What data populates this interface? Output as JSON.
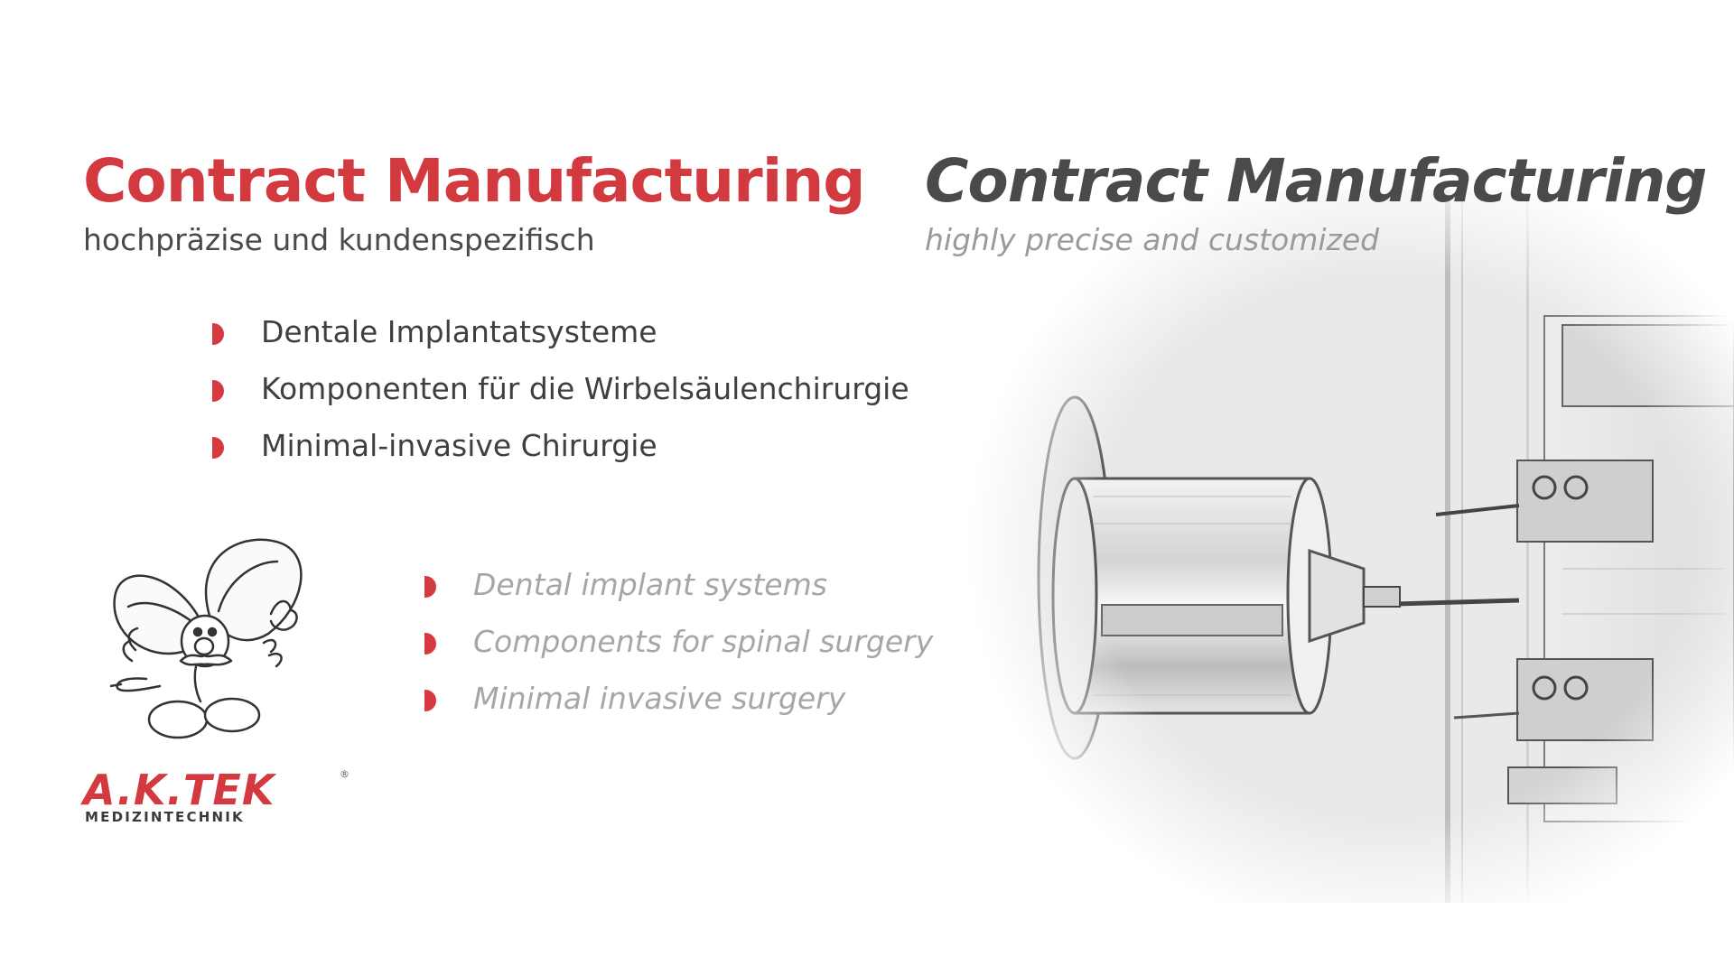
{
  "german": {
    "title": "Contract Manufacturing",
    "subtitle": "hochpräzise und kundenspezifisch",
    "items": [
      "Dentale Implantatsysteme",
      "Komponenten für die Wirbelsäulenchirurgie",
      "Minimal-invasive Chirurgie"
    ]
  },
  "english": {
    "title": "Contract Manufacturing",
    "subtitle": "highly precise and customized",
    "items": [
      "Dental implant systems",
      "Components for spinal surgery",
      "Minimal invasive surgery"
    ]
  },
  "logo": {
    "main": "A.K.TEK",
    "registered": "®",
    "sub": "MEDIZINTECHNIK"
  },
  "icons": {
    "bullet": "red-half-circle-bullet",
    "mascot": "cartoon-mascot-illustration",
    "machine": "cnc-lathe-sketch-illustration"
  },
  "colors": {
    "accent_red": "#d33a3f",
    "dark_gray": "#4a4a4a",
    "light_gray": "#a6a6a6",
    "background": "#ffffff"
  }
}
